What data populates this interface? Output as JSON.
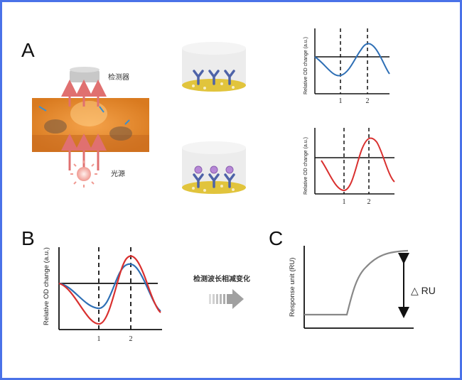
{
  "panels": {
    "a": "A",
    "b": "B",
    "c": "C"
  },
  "schematic": {
    "detector_label": "检测器",
    "source_label": "光源"
  },
  "colors": {
    "blue": "#2e6fb5",
    "red": "#d9302f",
    "gray": "#888888",
    "frame": "#4a72e8",
    "antibody": "#4e63a8",
    "antigen": "#b788d6",
    "gold": "#e1c43c"
  },
  "od_axis_label": "Relative OD change (a.u.)",
  "od_axis_label_small": "Relative OD change (a.u.)",
  "ticks": {
    "one": "1",
    "two": "2"
  },
  "arrow_text": "检测波长相减变化",
  "ru_axis_label": "Response unit (RU)",
  "delta_ru": "△ RU",
  "chart_data": [
    {
      "type": "line",
      "panel": "A-top",
      "ylabel": "Relative OD change (a.u.)",
      "xticks": [
        "1",
        "2"
      ],
      "series": [
        {
          "color": "#2e6fb5"
        }
      ]
    },
    {
      "type": "line",
      "panel": "A-bottom",
      "ylabel": "Relative OD change (a.u.)",
      "xticks": [
        "1",
        "2"
      ],
      "series": [
        {
          "color": "#d9302f"
        }
      ]
    },
    {
      "type": "line",
      "panel": "B",
      "ylabel": "Relative OD change (a.u.)",
      "xticks": [
        "1",
        "2"
      ],
      "series": [
        {
          "color": "#2e6fb5"
        },
        {
          "color": "#d9302f"
        }
      ]
    },
    {
      "type": "line",
      "panel": "C",
      "ylabel": "Response unit (RU)",
      "annotation": "△ RU",
      "series": [
        {
          "color": "#888888"
        }
      ]
    }
  ]
}
